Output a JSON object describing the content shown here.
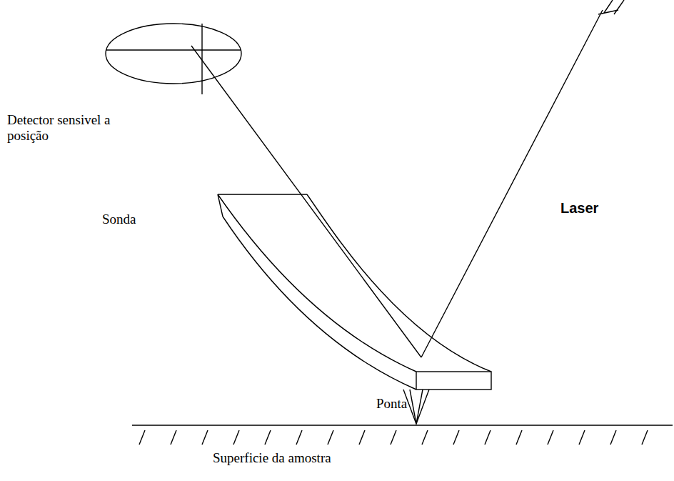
{
  "diagram": {
    "labels": [
      "Detector sensivel a posição",
      "Laser",
      "Sonda",
      "Ponta",
      "Superficie da amostra"
    ]
  }
}
